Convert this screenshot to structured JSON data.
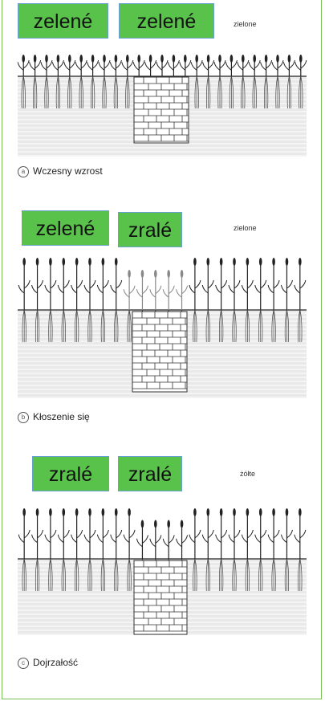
{
  "panels": [
    {
      "tags": [
        "zelené",
        "zelené"
      ],
      "note": "zielone",
      "caption_letter": "a",
      "caption": "Wczesny wzrost",
      "stage": "early",
      "middle_stage": "early"
    },
    {
      "tags": [
        "zelené",
        "zralé"
      ],
      "note": "zielone",
      "caption_letter": "b",
      "caption": "Kłoszenie się",
      "stage": "heading",
      "middle_stage": "faded"
    },
    {
      "tags": [
        "zralé",
        "zralé"
      ],
      "note": "żółte",
      "caption_letter": "c",
      "caption": "Dojrzałość",
      "stage": "ripe",
      "middle_stage": "ripe"
    }
  ],
  "colors": {
    "tag_fill": "#58c24a",
    "tag_border": "#6aa2cf",
    "frame": "#7bbf55"
  }
}
